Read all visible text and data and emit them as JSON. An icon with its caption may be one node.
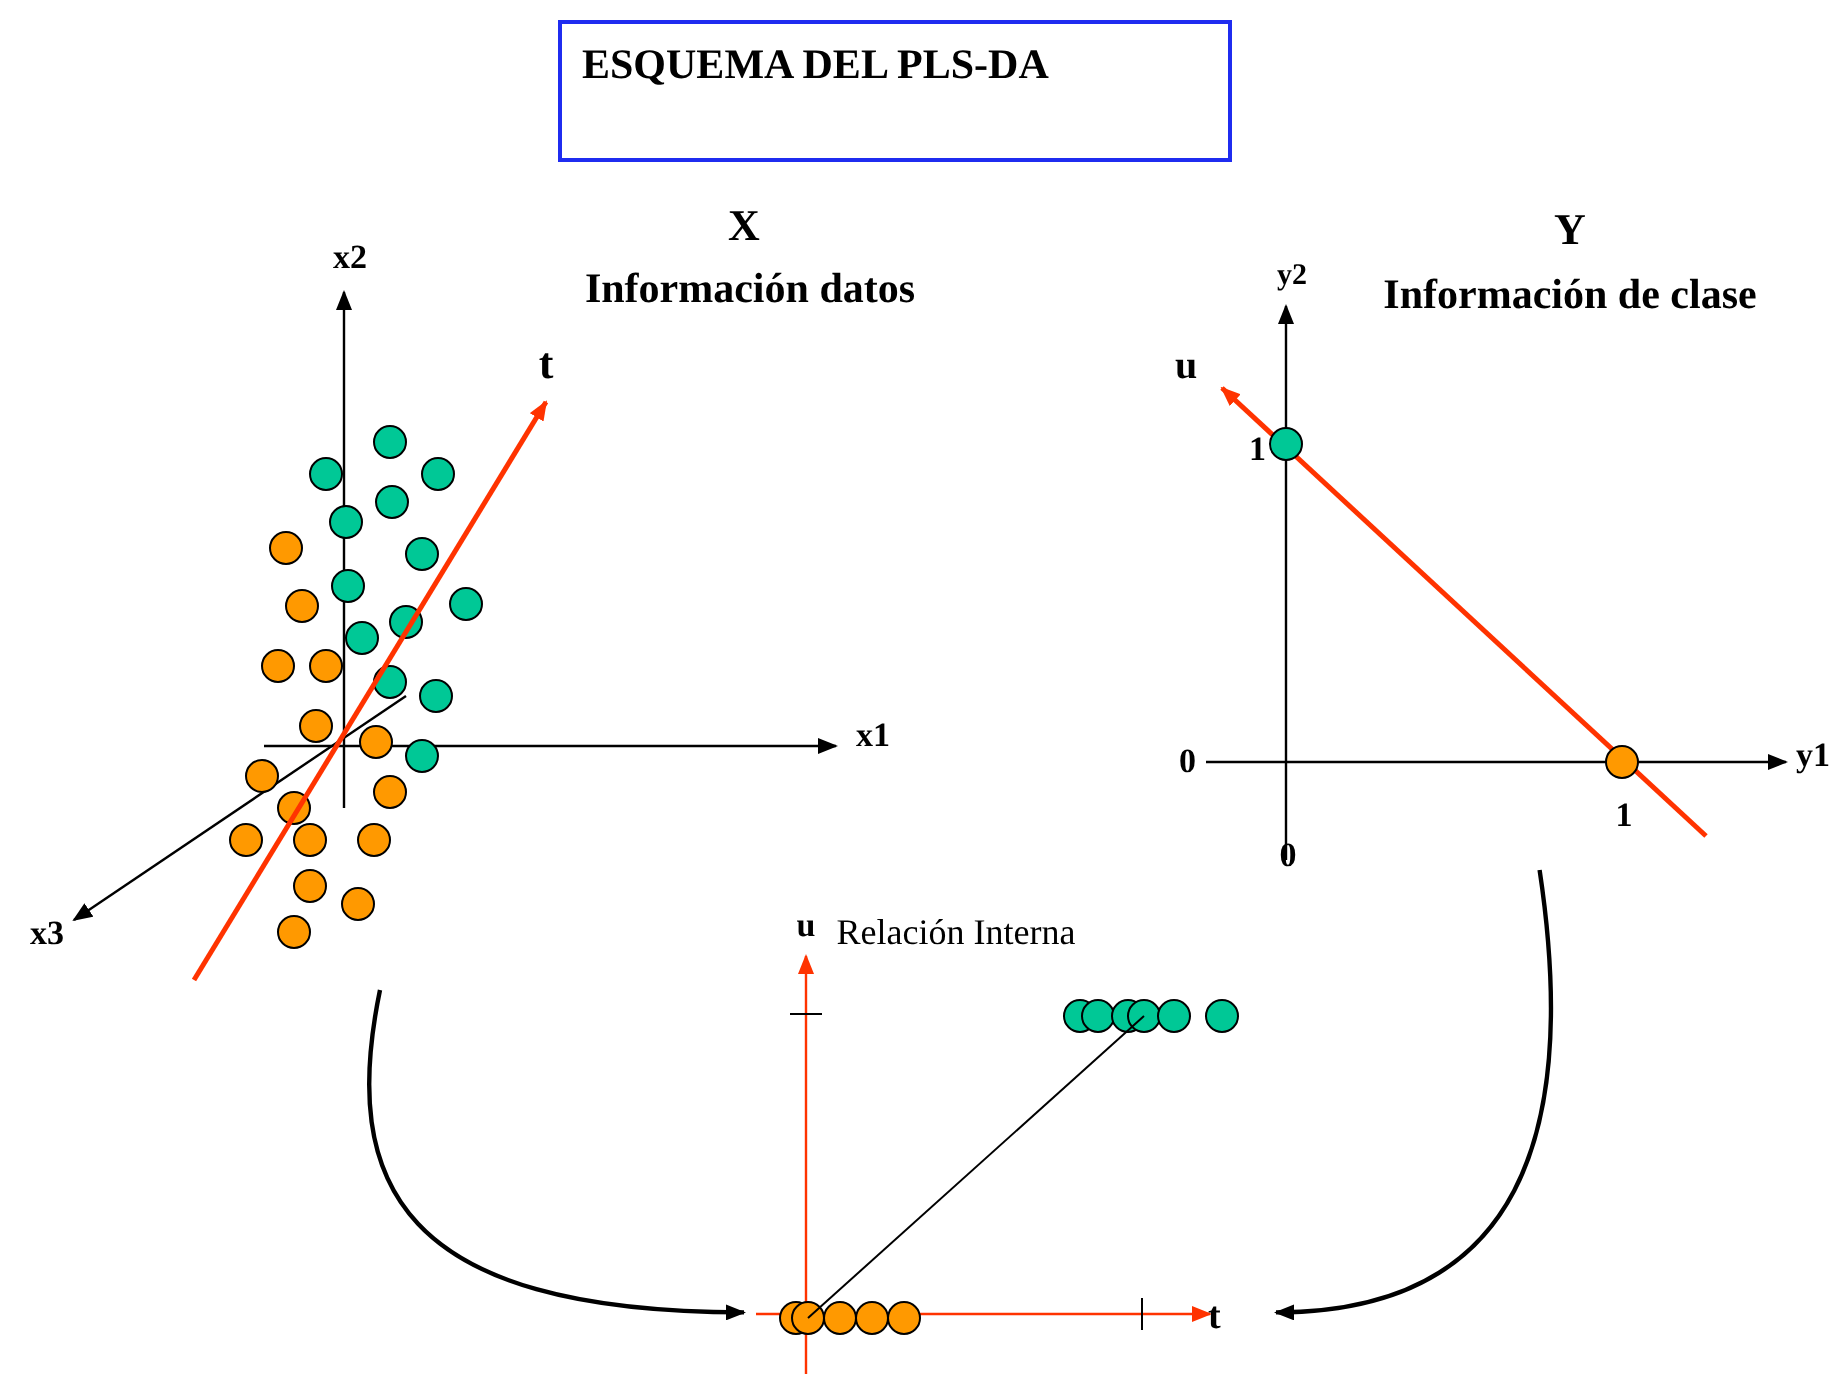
{
  "diagram": {
    "title": "ESQUEMA DEL PLS-DA",
    "nodes": [
      {
        "text": [
          "X",
          "Información datos"
        ]
      },
      {
        "text": [
          "Y",
          "Información de clase"
        ]
      },
      {
        "text": [
          "Relación Interna"
        ]
      }
    ],
    "edges": [
      {
        "from": 0,
        "to": 2,
        "arrow": "to"
      },
      {
        "from": 1,
        "to": 2,
        "arrow": "to"
      }
    ],
    "labels": [
      "x2",
      "y2",
      "t",
      "u",
      "1",
      "x1",
      "y1",
      "0",
      "1",
      "0",
      "u",
      "x3",
      "t"
    ]
  }
}
